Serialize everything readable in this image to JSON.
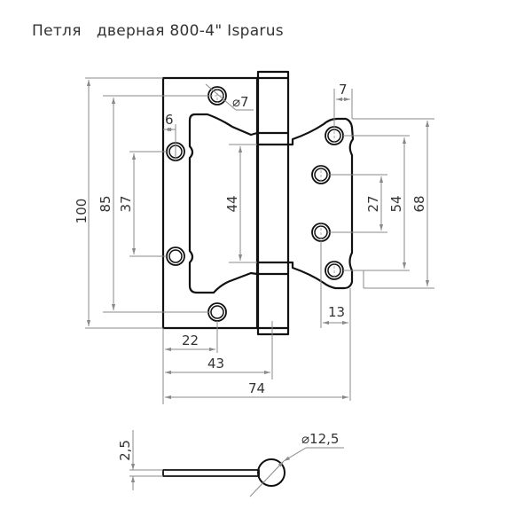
{
  "title": "Петля   дверная 800-4\" Isparus",
  "drawing": {
    "subject": "door hinge 800-4\"",
    "front_view": {
      "dimensions": {
        "height_total": "100",
        "hole_spacing_outer_left": "85",
        "hole_spacing_inner_left": "37",
        "hole_edge_offset": "6",
        "hole_diameter": "⌀7",
        "cutout_height": "44",
        "right_flap_top_offset": "7",
        "right_hole_spacing_inner": "27",
        "right_hole_spacing_outer": "54",
        "right_flap_height": "68",
        "right_flap_bottom_offset": "13",
        "width_to_bottom_hole": "22",
        "width_to_pin_axis": "43",
        "width_total": "74"
      }
    },
    "side_view": {
      "dimensions": {
        "plate_thickness": "2,5",
        "knuckle_diameter": "⌀12,5"
      }
    }
  }
}
